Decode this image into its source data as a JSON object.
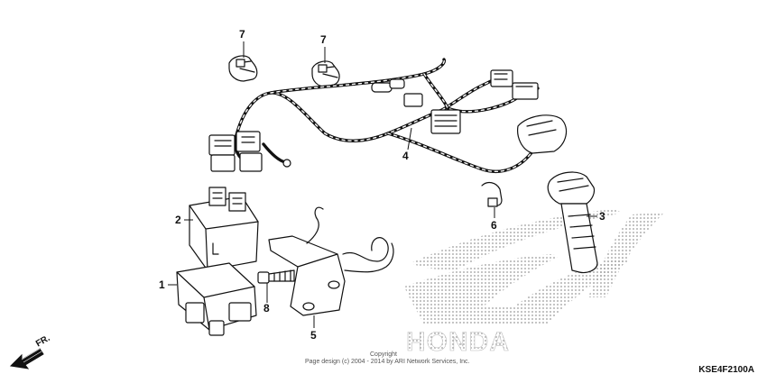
{
  "callouts": [
    {
      "id": "7a",
      "label": "7"
    },
    {
      "id": "7b",
      "label": "7"
    },
    {
      "id": "4",
      "label": "4"
    },
    {
      "id": "2",
      "label": "2"
    },
    {
      "id": "1",
      "label": "1"
    },
    {
      "id": "6",
      "label": "6"
    },
    {
      "id": "3",
      "label": "3"
    },
    {
      "id": "8",
      "label": "8"
    },
    {
      "id": "5",
      "label": "5"
    }
  ],
  "direction_label": "FR.",
  "watermark": "HONDA",
  "copyright_line1": "Copyright",
  "copyright_line2": "Page design (c) 2004 - 2014 by ARI Network Services, Inc.",
  "diagram_code": "KSE4F2100A",
  "colors": {
    "ink": "#111111",
    "watermark_dots": "#9a9a9a"
  }
}
